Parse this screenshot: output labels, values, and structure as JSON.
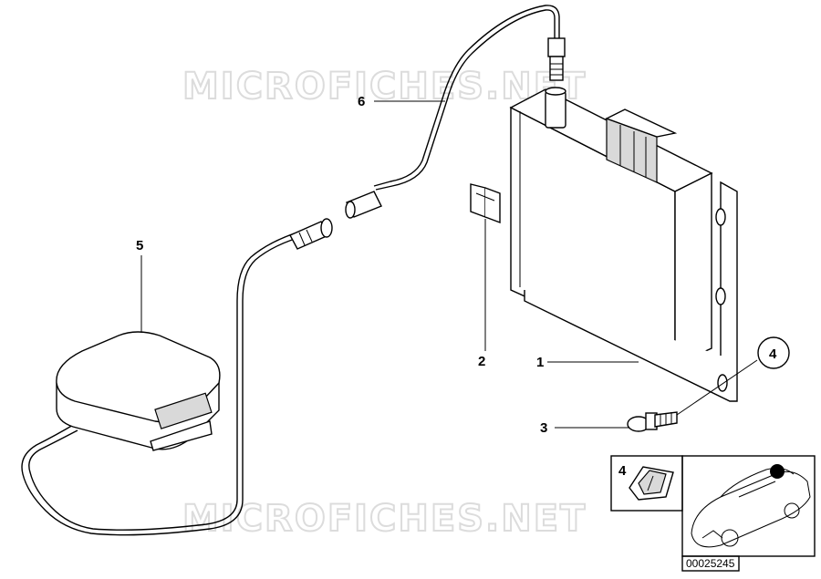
{
  "watermark": "MICROFICHES.NET",
  "callouts": {
    "c1": "1",
    "c2": "2",
    "c3": "3",
    "c4": "4",
    "c5": "5",
    "c6": "6",
    "inset4": "4"
  },
  "reference_number": "00025245"
}
